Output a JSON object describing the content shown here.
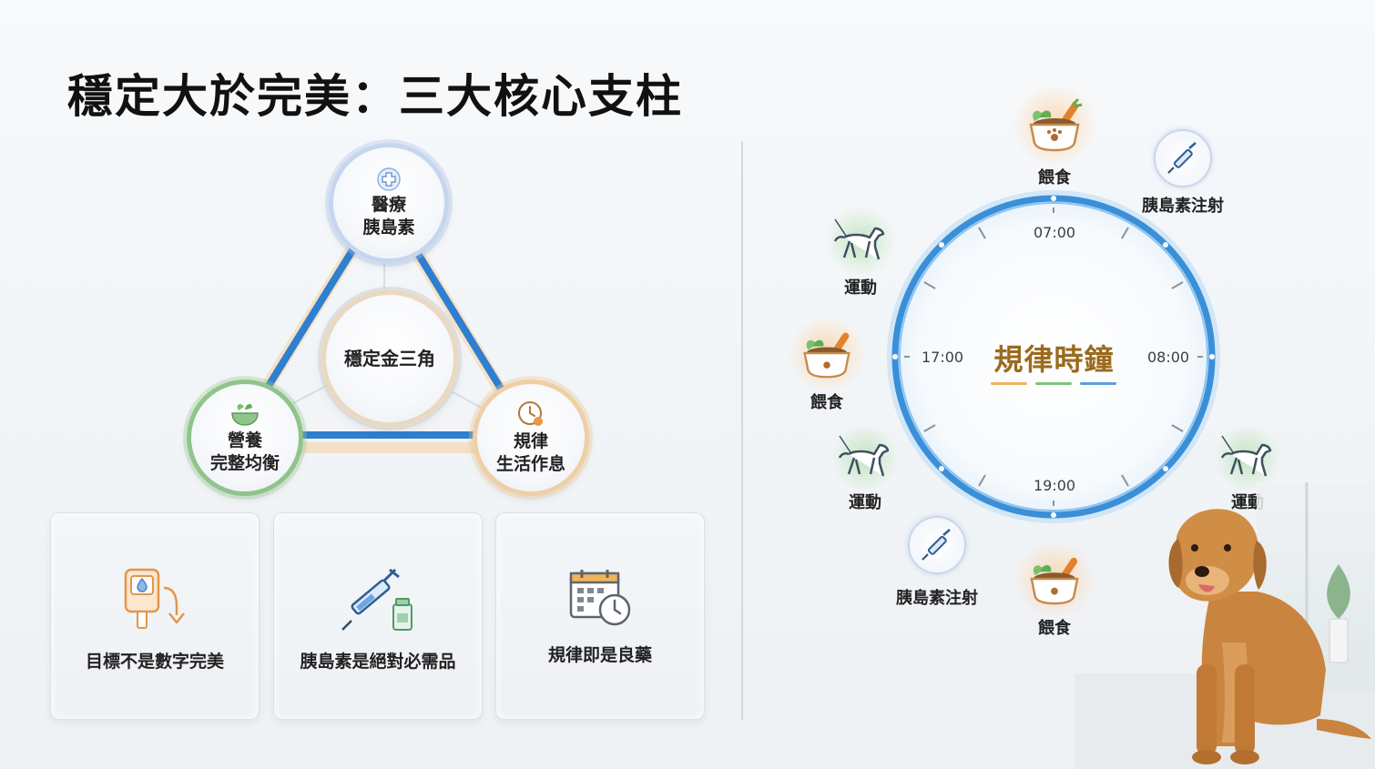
{
  "title": "穩定大於完美：三大核心支柱",
  "triangle": {
    "center": "穩定金三角",
    "medical": {
      "line1": "醫療",
      "line2": "胰島素"
    },
    "nutrition": {
      "line1": "營養",
      "line2": "完整均衡"
    },
    "routine": {
      "line1": "規律",
      "line2": "生活作息"
    }
  },
  "cards": [
    {
      "label": "目標不是數字完美",
      "icon": "glucose-meter-icon"
    },
    {
      "label": "胰島素是絕對必需品",
      "icon": "syringe-vial-icon"
    },
    {
      "label": "規律即是良藥",
      "icon": "calendar-clock-icon"
    }
  ],
  "clock": {
    "title": "規律時鐘",
    "times": {
      "top": "07:00",
      "right": "08:00",
      "bottom": "19:00",
      "left": "17:00"
    },
    "underline_colors": [
      "#f2b45a",
      "#7cc67a",
      "#5b9ee0"
    ]
  },
  "activities": {
    "feed_top": "餵食",
    "insulin_top": "胰島素注射",
    "walk_topleft": "運動",
    "feed_left": "餵食",
    "walk_bottomleft": "運動",
    "walk_right": "運動",
    "insulin_bottom": "胰島素注射",
    "feed_bottom": "餵食"
  },
  "colors": {
    "blue_line": "#2f7fd0",
    "orange_glow": "#f2b45a",
    "green_ring": "#8fc48a",
    "clock_ring": "#3a8fd8"
  }
}
